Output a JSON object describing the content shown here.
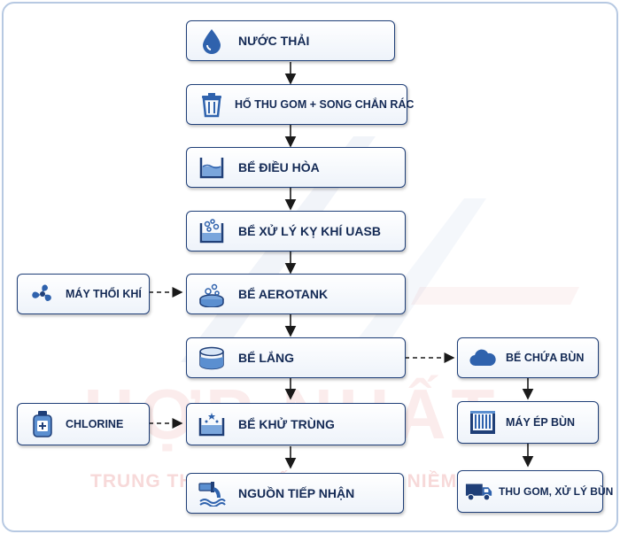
{
  "watermark": {
    "brand": "HỢP NHẤT",
    "slogan": "TRUNG THỰC – CHẤT LƯỢNG – NIỀM TIN"
  },
  "main_flow": [
    {
      "label": "NƯỚC THẢI",
      "icon": "water-drop-icon"
    },
    {
      "label": "HỐ THU GOM + SONG CHẮN RÁC",
      "icon": "trash-bin-icon"
    },
    {
      "label": "BỂ ĐIỀU HÒA",
      "icon": "tank-icon"
    },
    {
      "label": "BỂ XỬ LÝ KỴ KHÍ UASB",
      "icon": "bubbles-tank-icon"
    },
    {
      "label": "BỂ AEROTANK",
      "icon": "aeration-tank-icon"
    },
    {
      "label": "BỂ LẮNG",
      "icon": "settling-tank-icon"
    },
    {
      "label": "BỂ KHỬ TRÙNG",
      "icon": "disinfection-tank-icon"
    },
    {
      "label": "NGUỒN TIẾP NHẬN",
      "icon": "discharge-pipe-icon"
    }
  ],
  "side_inputs": [
    {
      "label": "MÁY THỔI KHÍ",
      "icon": "fan-icon"
    },
    {
      "label": "CHLORINE",
      "icon": "chemical-bottle-icon"
    }
  ],
  "sludge_flow": [
    {
      "label": "BỂ CHỨA BÙN",
      "icon": "cloud-icon"
    },
    {
      "label": "MÁY ÉP BÙN",
      "icon": "press-icon"
    },
    {
      "label": "THU GOM, XỬ LÝ BÙN",
      "icon": "truck-icon"
    }
  ],
  "colors": {
    "border": "#1f3f78",
    "text": "#142a55",
    "icon": "#2f62ad",
    "icon_light": "#a9c6ea"
  }
}
